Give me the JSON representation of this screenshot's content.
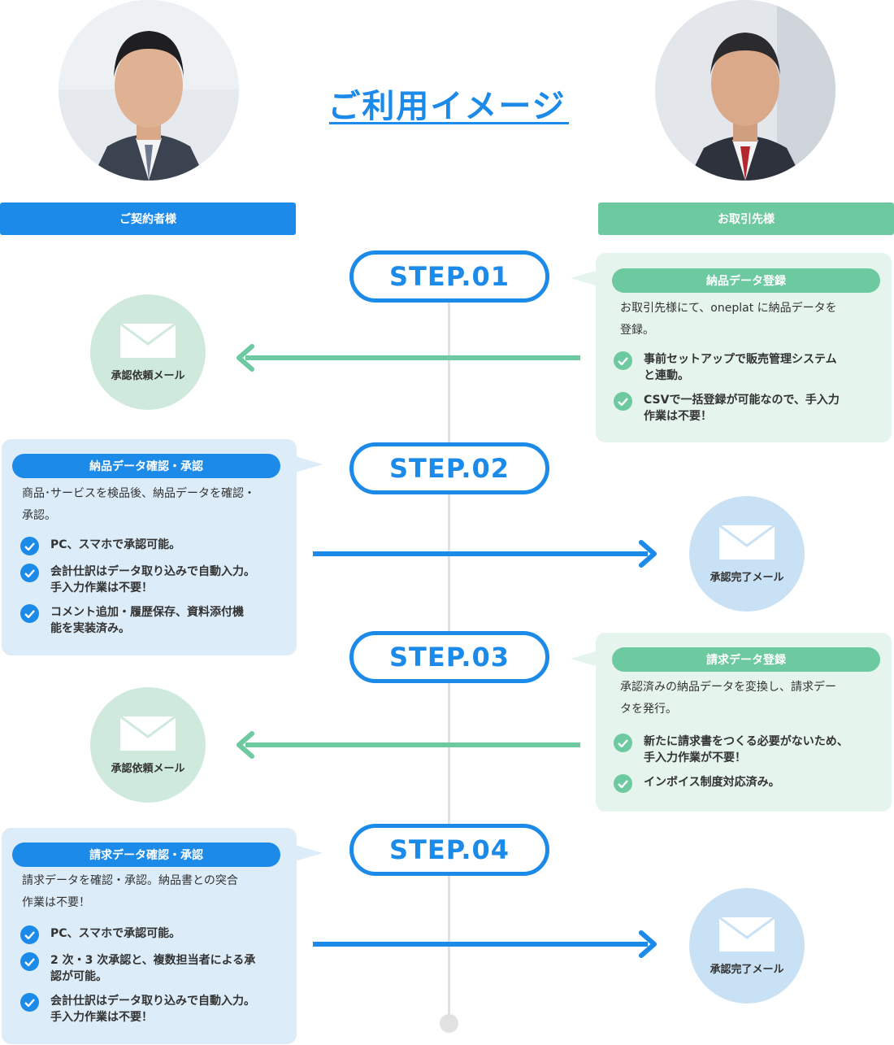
{
  "title": "ご利用イメージ",
  "roles": {
    "left": "ご契約者様",
    "right": "お取引先様"
  },
  "colors": {
    "blue": "#1b8ae8",
    "green": "#6dc9a0",
    "card_green": "#e5f4ec",
    "card_blue": "#dcecf8"
  },
  "avatars": {
    "left": "contractor-photo",
    "right": "partner-photo"
  },
  "steps": [
    {
      "label": "STEP.01",
      "card": {
        "title": "納品データ登録",
        "desc": "お取引先様にて、oneplat に納品データを\n登録。",
        "items": [
          "事前セットアップで販売管理システム\nと連動。",
          "CSVで一括登録が可能なので、手入力\n作業は不要！"
        ]
      },
      "mail": "承認依頼メール"
    },
    {
      "label": "STEP.02",
      "card": {
        "title": "納品データ確認・承認",
        "desc": "商品･サービスを検品後、納品データを確認・\n承認。",
        "items": [
          "PC、スマホで承認可能。",
          "会計仕訳はデータ取り込みで自動入力。\n手入力作業は不要！",
          "コメント追加・履歴保存、資料添付機\n能を実装済み。"
        ]
      },
      "mail": "承認完了メール"
    },
    {
      "label": "STEP.03",
      "card": {
        "title": "請求データ登録",
        "desc": "承認済みの納品データを変換し、請求デー\nタを発行。",
        "items": [
          "新たに請求書をつくる必要がないため、\n手入力作業が不要！",
          "インボイス制度対応済み。"
        ]
      },
      "mail": "承認依頼メール"
    },
    {
      "label": "STEP.04",
      "card": {
        "title": "請求データ確認・承認",
        "desc": "請求データを確認・承認。納品書との突合\n作業は不要！",
        "items": [
          "PC、スマホで承認可能。",
          "2 次・3 次承認と、複数担当者による承\n認が可能。",
          "会計仕訳はデータ取り込みで自動入力。\n手入力作業は不要！"
        ]
      },
      "mail": "承認完了メール"
    }
  ]
}
